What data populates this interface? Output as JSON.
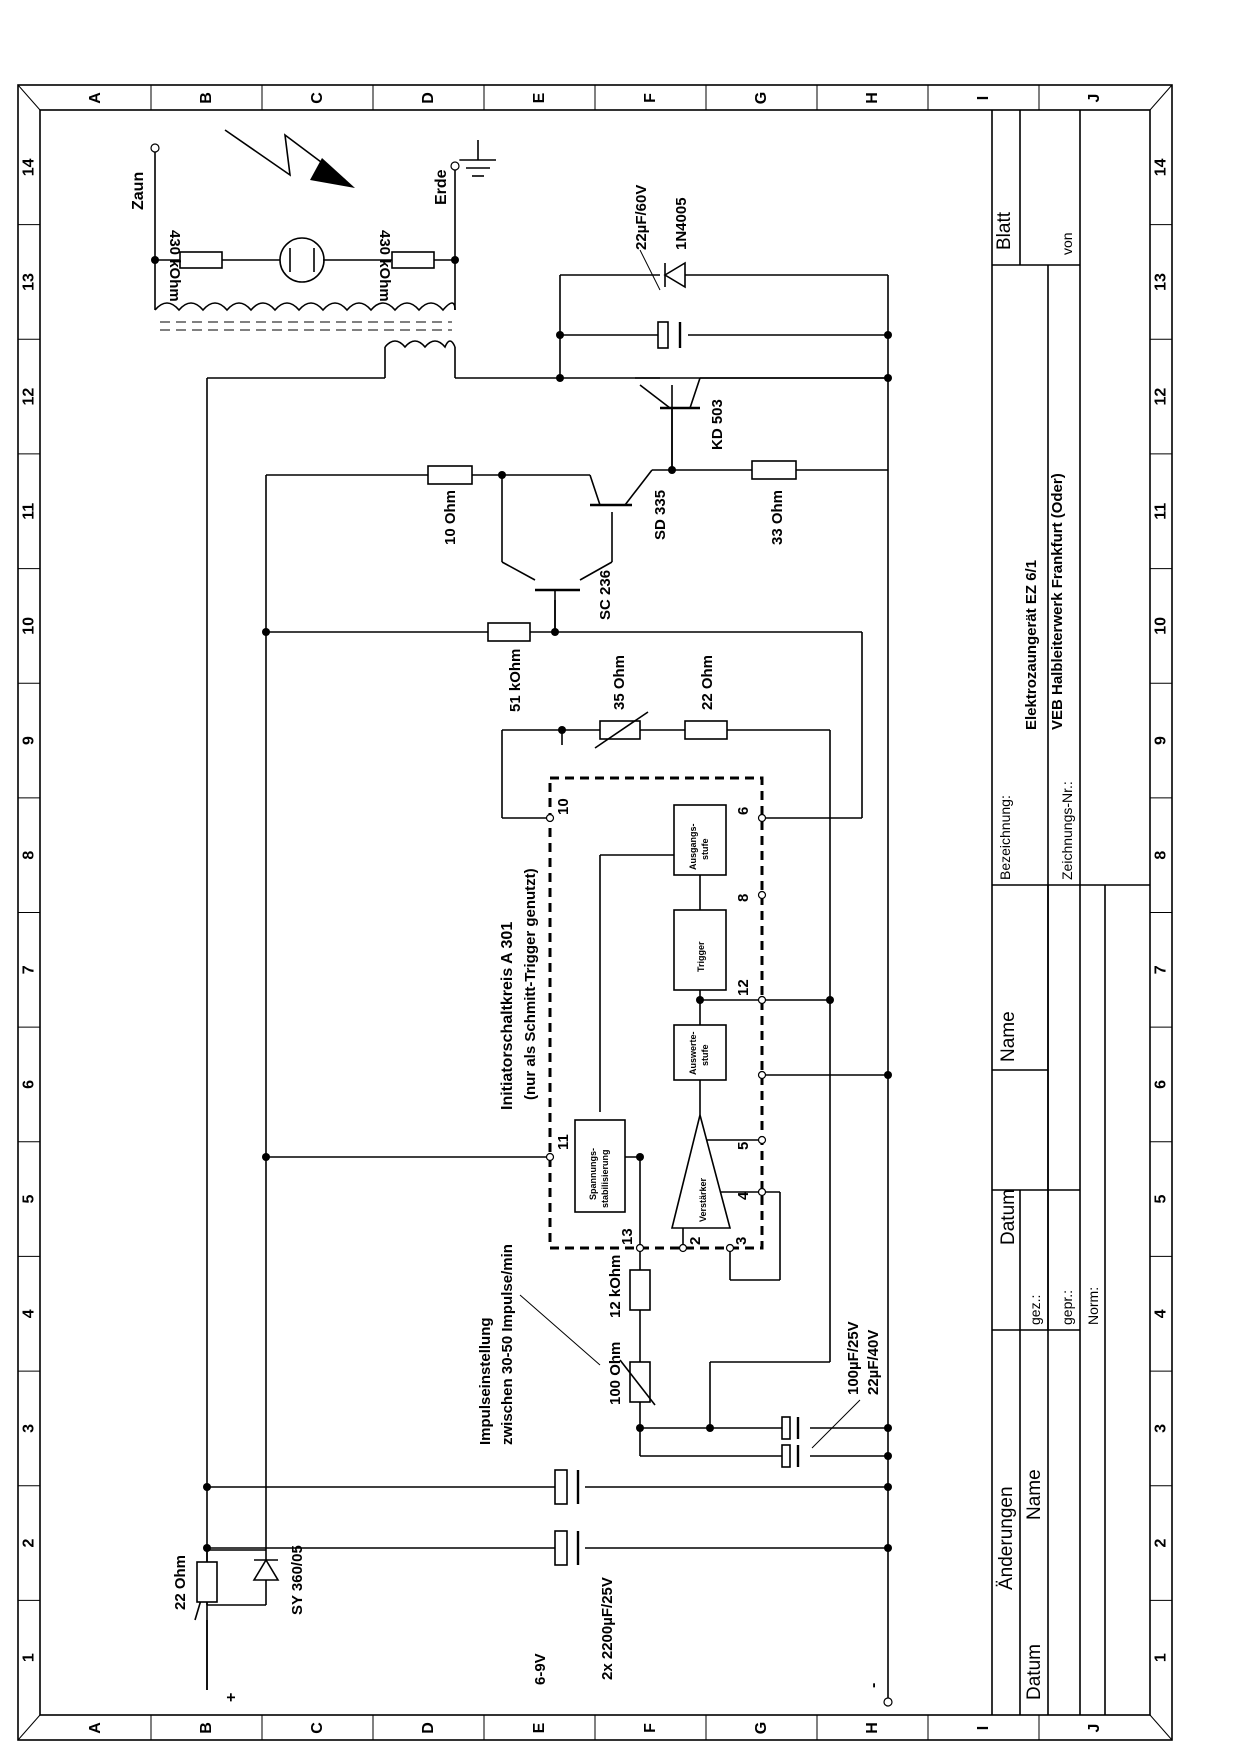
{
  "grid": {
    "rows": [
      "A",
      "B",
      "C",
      "D",
      "E",
      "F",
      "G",
      "H",
      "I",
      "J"
    ],
    "cols": [
      "14",
      "13",
      "12",
      "11",
      "10",
      "9",
      "8",
      "7",
      "6",
      "5",
      "4",
      "3",
      "2",
      "1"
    ]
  },
  "labels": {
    "zaun": "Zaun",
    "erde": "Erde",
    "r_fence_left": "430 kOhm",
    "r_fence_right": "430 kOhm",
    "cap_top": "22µF/60V",
    "diode_top": "1N4005",
    "kd503": "KD 503",
    "sd335": "SD 335",
    "sc236": "SC 236",
    "r10": "10 Ohm",
    "r33": "33 Ohm",
    "r51k": "51 kOhm",
    "r35": "35 Ohm",
    "r22": "22 Ohm",
    "ic_title": "Initiatorschaltkreis A 301",
    "ic_sub": "(nur als Schmitt-Trigger genutzt)",
    "blk_ausgang1": "Ausgangs-",
    "blk_ausgang2": "stufe",
    "blk_trigger": "Trigger",
    "blk_auswerte1": "Auswerte-",
    "blk_auswerte2": "stufe",
    "blk_spann1": "Spannungs-",
    "blk_spann2": "stabilisierung",
    "blk_verst": "Verstärker",
    "pin10": "10",
    "pin6": "6",
    "pin8": "8",
    "pin12": "12",
    "pin11": "11",
    "pin5": "5",
    "pin4": "4",
    "pin13": "13",
    "pin2": "2",
    "pin3": "3",
    "impuls1": "Impulseinstellung",
    "impuls2": "zwischen 30-50 Impulse/min",
    "r12k": "12 kOhm",
    "r100": "100 Ohm",
    "c100": "100µF/25V",
    "c22": "22µF/40V",
    "c2200": "2x 2200µF/25V",
    "r22b": "22 Ohm",
    "diode_sy": "SY 360/05",
    "volt": "6-9V",
    "plus": "+",
    "minus": "-"
  },
  "title_block": {
    "blatt": "Blatt",
    "von": "von",
    "bezeichnung": "Bezeichnung:",
    "desc1": "Elektrozaungerät EZ 6/1",
    "desc2": "VEB Halbleiterwerk Frankfurt (Oder)",
    "zeichnungs_nr": "Zeichnungs-Nr.:",
    "name": "Name",
    "datum": "Datum",
    "gez": "gez.:",
    "gepr": "gepr.:",
    "norm": "Norm:",
    "aenderungen": "Änderungen",
    "aend_name": "Name",
    "aend_datum": "Datum"
  },
  "colors": {
    "ink": "#000000",
    "paper": "#ffffff"
  }
}
